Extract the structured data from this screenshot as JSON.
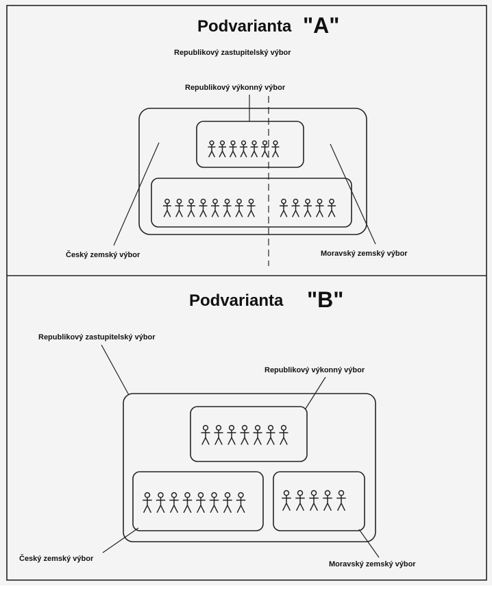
{
  "panel_a": {
    "title": "Podvarianta",
    "letter": "\"A\"",
    "labels": {
      "republic_council": "Republikový zastupitelský výbor",
      "republic_executive": "Republikový výkonný výbor",
      "czech_committee": "Český zemský výbor",
      "moravian_committee": "Moravský zemský výbor"
    },
    "groups": {
      "executive": 7,
      "czech": 8,
      "moravian": 5
    }
  },
  "panel_b": {
    "title": "Podvarianta",
    "letter": "\"B\"",
    "labels": {
      "republic_council": "Republikový zastupitelský výbor",
      "republic_executive": "Republikový výkonný výbor",
      "czech_committee": "Český zemský výbor",
      "moravian_committee": "Moravský zemský výbor"
    },
    "groups": {
      "executive": 7,
      "czech": 8,
      "moravian": 5
    }
  }
}
